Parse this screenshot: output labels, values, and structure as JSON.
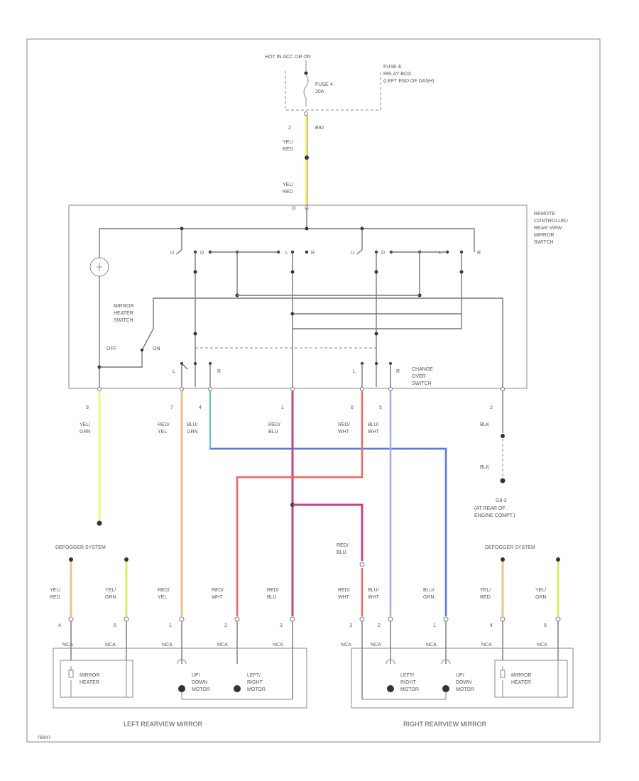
{
  "power": {
    "source": "HOT IN ACC OR ON",
    "fuse": "FUSE 4",
    "fuse_rating": "20A",
    "fuse_box": [
      "FUSE &",
      "RELAY BOX",
      "(LEFT END OF DASH)"
    ],
    "connector_pin": "2",
    "connector_id": "B92"
  },
  "switch": {
    "name": [
      "REMOTE",
      "CONTROLLED",
      "REAR VIEW",
      "MIRROR",
      "SWITCH"
    ],
    "heater_switch": [
      "MIRROR",
      "HEATER",
      "SWITCH"
    ],
    "off": "OFF",
    "on": "ON",
    "change_over": [
      "CHANGE",
      "OVER",
      "SWITCH"
    ],
    "contacts": [
      "L",
      "R"
    ],
    "contact_labels": [
      "U",
      "D",
      "L",
      "R"
    ]
  },
  "wires": {
    "feed": [
      "YEL/",
      "RED"
    ],
    "ground_pin": "2",
    "ground_color": "BLK",
    "ground": [
      "G8-3",
      "(AT REAR OF",
      "ENGINE COMPT.)"
    ],
    "pins": [
      {
        "pin": "3",
        "color": [
          "YEL/",
          "GRN"
        ]
      },
      {
        "pin": "7",
        "color": [
          "RED/",
          "YEL"
        ]
      },
      {
        "pin": "4",
        "color": [
          "BLU/",
          "GRN"
        ]
      },
      {
        "pin": "1",
        "color": [
          "RED/",
          "BLU"
        ]
      },
      {
        "pin": "6",
        "color": [
          "RED/",
          "WHT"
        ]
      },
      {
        "pin": "5",
        "color": [
          "BLU/",
          "WHT"
        ]
      }
    ],
    "red_blu_split": [
      "RED/",
      "BLU"
    ],
    "nca": "NCA"
  },
  "left_mirror": {
    "title": "LEFT REARVIEW MIRROR",
    "defogger": "DEFOGGER SYSTEM",
    "pins": [
      {
        "pin": "4",
        "color": [
          "YEL/",
          "RED"
        ]
      },
      {
        "pin": "5",
        "color": [
          "YEL/",
          "GRN"
        ]
      },
      {
        "pin": "1",
        "color": [
          "RED/",
          "YEL"
        ]
      },
      {
        "pin": "2",
        "color": [
          "RED/",
          "WHT"
        ]
      },
      {
        "pin": "3",
        "color": [
          "RED/",
          "BLU"
        ]
      }
    ],
    "heater": [
      "MIRROR",
      "HEATER"
    ],
    "motor_ud": [
      "UP/",
      "DOWN",
      "MOTOR"
    ],
    "motor_lr": [
      "LEFT/",
      "RIGHT",
      "MOTOR"
    ]
  },
  "right_mirror": {
    "title": "RIGHT REARVIEW MIRROR",
    "defogger": "DEFOGGER SYSTEM",
    "pins": [
      {
        "pin": "3",
        "color": [
          "RED/",
          "WHT"
        ]
      },
      {
        "pin": "2",
        "color": [
          "BLU/",
          "WHT"
        ]
      },
      {
        "pin": "1",
        "color": [
          "BLU/",
          "GRN"
        ]
      },
      {
        "pin": "4",
        "color": [
          "YEL/",
          "RED"
        ]
      },
      {
        "pin": "5",
        "color": [
          "YEL/",
          "GRN"
        ]
      }
    ],
    "heater": [
      "MIRROR",
      "HEATER"
    ],
    "motor_lr": [
      "LEFT/",
      "RIGHT",
      "MOTOR"
    ],
    "motor_ud": [
      "UP/",
      "DOWN",
      "MOTOR"
    ]
  },
  "footer_id": "78847",
  "colors": {
    "yellow": "#f4f47a",
    "yellow_green": "#d8f060",
    "orange": "#f6c080",
    "teal": "#6cc8c0",
    "blue": "#5a78e8",
    "magenta": "#c8408a",
    "red": "#f26464",
    "lavender": "#a8a8f2"
  }
}
